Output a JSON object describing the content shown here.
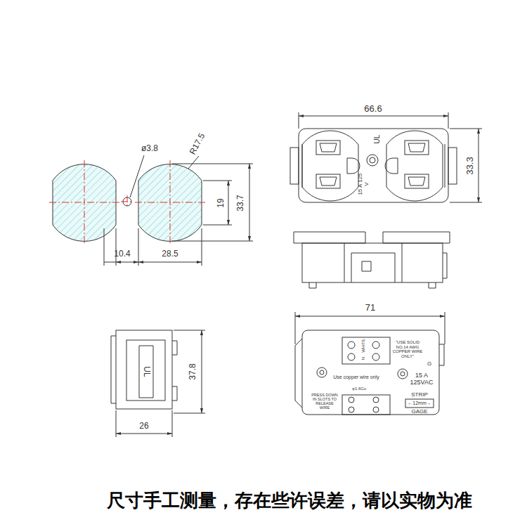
{
  "diagram": {
    "caption": "尺寸手工测量，存在些许误差，请以实物为准",
    "labels": [
      "ø3.8",
      "R17.5",
      "19",
      "33.7",
      "10.4",
      "28.5",
      "66.6",
      "33.3",
      "UL",
      "15 A 125 V",
      "71",
      "37.8",
      "26",
      "UL",
      "N",
      "WHITE",
      "\"USE SOLID NO.14 AWG COPPER WIRE ONLY\"",
      "G",
      "15 A 125VAC",
      "Use copper wire only",
      "PRESS DOWN IN SLOTS TO RELEASE WIRE",
      "φ1.6Cu",
      "STRIP",
      "←12mm→",
      "GAGE"
    ]
  }
}
